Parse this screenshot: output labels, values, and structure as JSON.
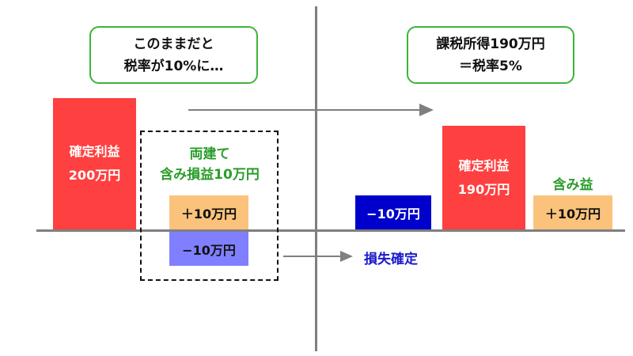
{
  "callouts": {
    "left": {
      "line1": "このままだと",
      "line2": "税率が10%に…"
    },
    "right": {
      "line1": "課税所得190万円",
      "line2": "＝税率5%"
    }
  },
  "left_side": {
    "realized_profit": {
      "line1": "確定利益",
      "line2": "200万円"
    },
    "hedge_label": {
      "line1": "両建て",
      "line2": "含み損益10万円"
    },
    "gain_bar": "＋10万円",
    "loss_bar": "−10万円"
  },
  "right_side": {
    "realized_loss_bar": "−10万円",
    "realized_profit": {
      "line1": "確定利益",
      "line2": "190万円"
    },
    "unrealized_label": "含み益",
    "gain_bar": "＋10万円",
    "loss_realized_label": "損失確定"
  },
  "colors": {
    "profit_red": "#ff4040",
    "gain_orange": "#fbc27c",
    "loss_purple": "#7f7fff",
    "realized_loss_blue": "#0000cc",
    "callout_border_green": "#3cb43c",
    "label_green": "#2a9d2a",
    "label_blue": "#1a1acc",
    "axis_gray": "#7f7f7f"
  }
}
